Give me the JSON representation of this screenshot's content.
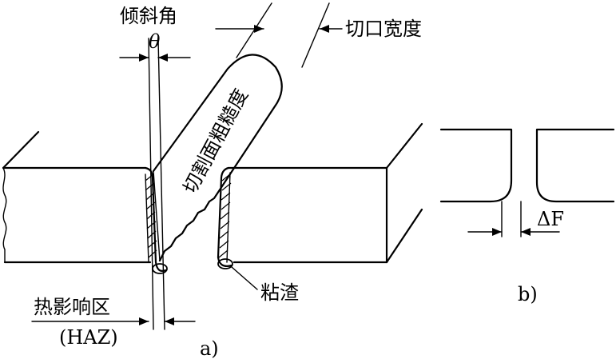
{
  "labels": {
    "tilt_angle": "倾斜角",
    "theta": "θ",
    "kerf_width": "切口宽度",
    "cut_surface_roughness": "切割面粗糙度",
    "haz": "热影响区",
    "haz_abbr": "(HAZ)",
    "dross": "粘渣",
    "delta_f": "ΔF",
    "sub_a": "a)",
    "sub_b": "b)"
  }
}
